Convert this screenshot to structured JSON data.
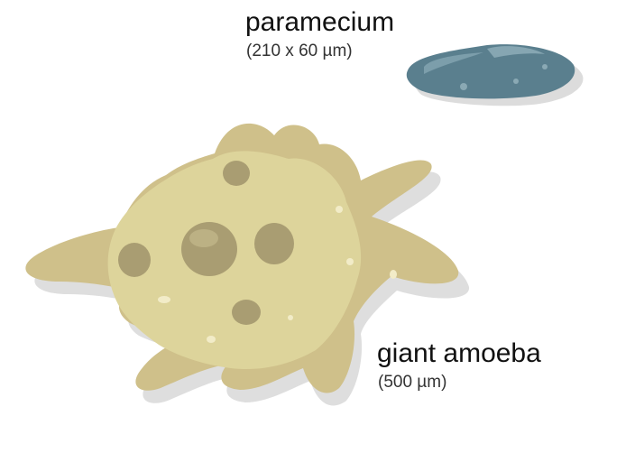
{
  "organisms": [
    {
      "name": "paramecium",
      "size": "(210 x 60 µm)",
      "icon": "paramecium-icon",
      "color": "#5a7f8e"
    },
    {
      "name": "giant amoeba",
      "size": "(500 µm)",
      "icon": "amoeba-icon",
      "color": "#d6cb8f"
    }
  ]
}
